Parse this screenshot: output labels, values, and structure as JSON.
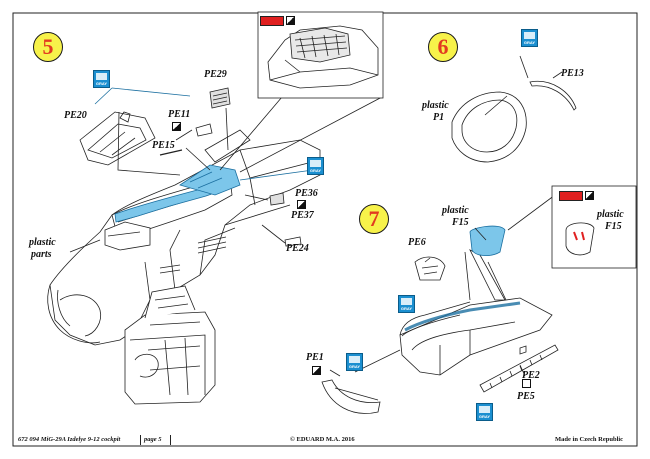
{
  "colors": {
    "step_fill": "#f7f24a",
    "step_text": "#e23b20",
    "paint_red": "#e02020",
    "paint_blue": "#1b8fd0",
    "blue_part": "#7cc6ea"
  },
  "steps": [
    {
      "number": "5"
    },
    {
      "number": "6"
    },
    {
      "number": "7"
    }
  ],
  "labels": {
    "pe29": "PE29",
    "pe20": "PE20",
    "pe11": "PE11",
    "pe15": "PE15",
    "pe36": "PE36",
    "pe37": "PE37",
    "pe24": "PE24",
    "plastic_parts_1": "plastic",
    "plastic_parts_2": "parts",
    "pe13": "PE13",
    "plastic_p1_1": "plastic",
    "plastic_p1_2": "P1",
    "plastic_f15_1": "plastic",
    "plastic_f15_2": "F15",
    "plastic_f15b_1": "plastic",
    "plastic_f15b_2": "F15",
    "pe6": "PE6",
    "pe1": "PE1",
    "pe2": "PE2",
    "pe5": "PE5"
  },
  "paint_chip_text": "GRAY",
  "footer": {
    "left": "672 094  MiG-29A  Izdelye 9-12 cockpit",
    "page": "page 5",
    "center": "© EDUARD  M.A.  2016",
    "right": "Made in Czech Republic"
  }
}
